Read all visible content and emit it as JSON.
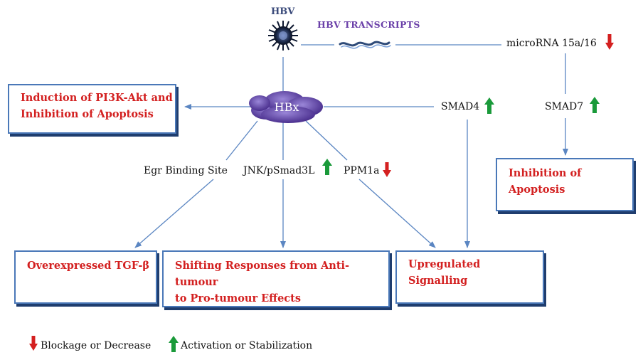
{
  "hbv_label": "HBV",
  "transcripts_label": "HBV TRANSCRIPTS",
  "mirna_label": "microRNA 15a/16",
  "hbx_label": "HBx",
  "smad4_label": "SMAD4",
  "smad7_label": "SMAD7",
  "egr_label": "Egr Binding Site",
  "jnk_label": "JNK/pSmad3L",
  "ppm_label": "PPM1a",
  "boxes": {
    "pi3k_line1": "Induction of PI3K-Akt and",
    "pi3k_line2": "Inhibition of Apoptosis",
    "apoptosis": "Inhibition of Apoptosis",
    "tgf": "Overexpressed TGF-β",
    "shifting_line1": "Shifting Responses from Anti-tumour",
    "shifting_line2": "to Pro-tumour Effects",
    "upregulated": "Upregulated Signalling"
  },
  "legend": {
    "decrease": "Blockage or Decrease",
    "activation": "Activation or Stabilization"
  },
  "colors": {
    "arrow_line": "#5b86c2",
    "box_border": "#4a78b8",
    "box_text": "#d32020",
    "up_arrow": "#1a9a3a",
    "down_arrow": "#d42020",
    "hbx_cloud": "#5a3f9e"
  }
}
